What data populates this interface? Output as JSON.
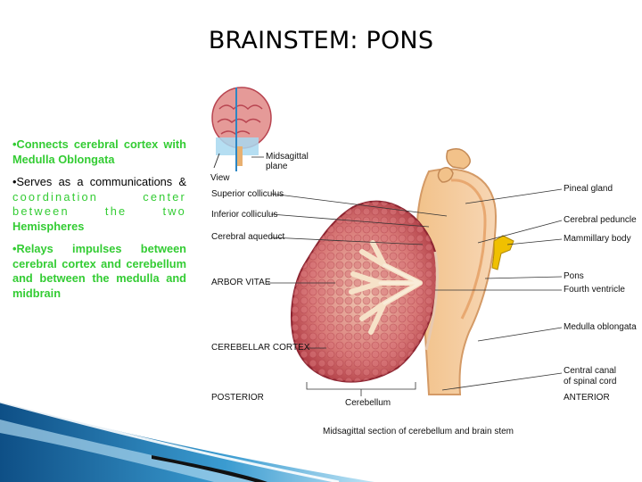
{
  "title": "BRAINSTEM: PONS",
  "bullets": [
    {
      "text": "•Connects cerebral cortex with Medulla Oblongata"
    },
    {
      "lead": "•Serves as a communications &",
      "rest": " coordination center between the two",
      "tail": " Hemispheres"
    },
    {
      "text": "•Relays impulses between cerebral cortex and cerebellum and between the medulla and midbrain"
    }
  ],
  "figure": {
    "view_label": "View",
    "plane_label": "Midsagittal plane",
    "left_labels": [
      "Superior colliculus",
      "Inferior colliculus",
      "Cerebral aqueduct",
      "ARBOR VITAE",
      "CEREBELLAR CORTEX"
    ],
    "right_labels": [
      "Pineal gland",
      "Cerebral peduncle",
      "Mammillary body",
      "Pons",
      "Fourth ventricle",
      "Medulla oblongata",
      "Central canal",
      "of spinal cord"
    ],
    "posterior": "POSTERIOR",
    "anterior": "ANTERIOR",
    "cerebellum": "Cerebellum",
    "caption": "Midsagittal section of cerebellum and brain stem"
  },
  "colors": {
    "green": "#33cc33",
    "footer_blue": "#1a6fa8"
  }
}
